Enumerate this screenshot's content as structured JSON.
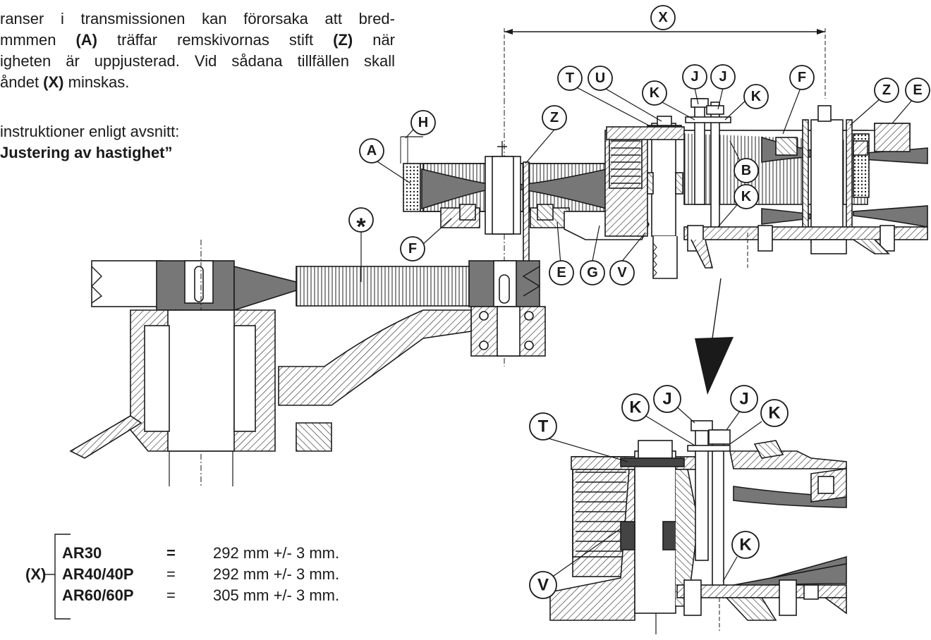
{
  "intro": {
    "l1": "ranser i transmissionen kan förorsaka att bred-",
    "l2a": "mmmen ",
    "l2b": "(A)",
    "l2c": " träffar remskivornas stift ",
    "l2d": "(Z)",
    "l2e": " när",
    "l3": "igheten är uppjusterad. Vid sådana tillfällen skall",
    "l4a": "åndet ",
    "l4b": "(X)",
    "l4c": " minskas."
  },
  "instruction": {
    "line1": "instruktioner enligt avsnitt:",
    "line2": "Justering av hastighet”"
  },
  "labels": {
    "x": "X",
    "h": "H",
    "a": "A",
    "z": "Z",
    "t": "T",
    "u": "U",
    "k": "K",
    "j": "J",
    "f": "F",
    "e": "E",
    "b": "B",
    "g": "G",
    "v": "V",
    "star": "*"
  },
  "spec": {
    "label": "(X)",
    "rows": [
      {
        "model": "AR30",
        "eq": "=",
        "value": "292 mm +/- 3 mm."
      },
      {
        "model": "AR40/40P",
        "eq": "=",
        "value": "292 mm +/- 3 mm."
      },
      {
        "model": "AR60/60P",
        "eq": "=",
        "value": "305 mm +/- 3 mm."
      }
    ]
  }
}
